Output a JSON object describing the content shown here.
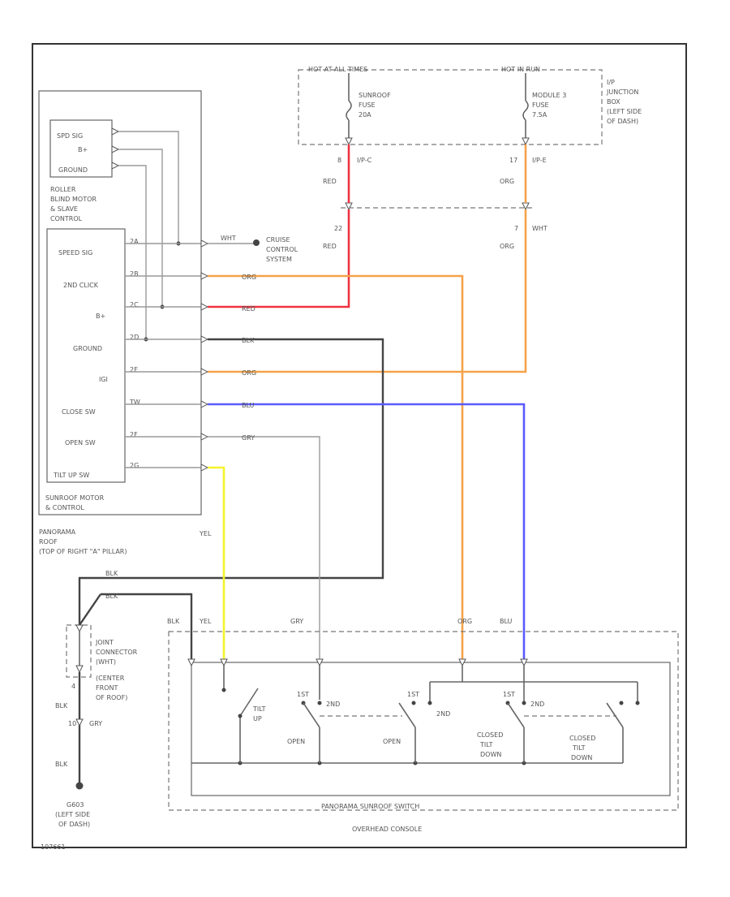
{
  "fuse_box": {
    "label_left": "HOT AT ALL TIMES",
    "label_right": "HOT IN RUN",
    "fuse1": [
      "SUNROOF",
      "FUSE",
      "20A"
    ],
    "fuse2": [
      "MODULE 3",
      "FUSE",
      "7.5A"
    ],
    "junction": [
      "I/P",
      "JUNCTION",
      "BOX",
      "(LEFT SIDE",
      "OF DASH)"
    ],
    "pin1": "8",
    "conn1": "I/P-C",
    "pin2": "17",
    "conn2": "I/P-E"
  },
  "splice": {
    "pin1": "22",
    "pin2": "7",
    "wire2": "WHT"
  },
  "roller": {
    "lines": [
      "SPD SIG",
      "B+",
      "GROUND"
    ],
    "title": [
      "ROLLER",
      "BLIND MOTOR",
      "& SLAVE",
      "CONTROL"
    ]
  },
  "motor": {
    "labels": [
      "SPEED SIG",
      "2ND CLICK",
      "B+",
      "GROUND",
      "IGI",
      "CLOSE SW",
      "OPEN SW",
      "TILT UP SW"
    ],
    "pins": [
      "2A",
      "2B",
      "2C",
      "2D",
      "2E",
      "TW",
      "2F",
      "2G"
    ],
    "title": [
      "SUNROOF MOTOR",
      "& CONTROL"
    ],
    "location": [
      "PANORAMA",
      "ROOF",
      "(TOP OF RIGHT \"A\" PILLAR)"
    ]
  },
  "cruise": {
    "conn": "WHT",
    "label": [
      "CRUISE",
      "CONTROL",
      "SYSTEM"
    ]
  },
  "wires": {
    "red": "RED",
    "org": "ORG",
    "blk": "BLK",
    "blu": "BLU",
    "gry": "GRY",
    "yel": "YEL"
  },
  "joint": {
    "label": [
      "JOINT",
      "CONNECTOR",
      "(WHT)",
      "(CENTER",
      "FRONT",
      "OF ROOF)"
    ],
    "pin": "4",
    "pin2": "10",
    "wire2": "GRY"
  },
  "ground": [
    "G603",
    "(LEFT SIDE",
    "OF DASH)"
  ],
  "switch": {
    "labels": [
      "TILT",
      "UP",
      "OPEN",
      "OPEN",
      "CLOSED",
      "TILT",
      "DOWN",
      "CLOSED",
      "TILT",
      "DOWN",
      "2ND",
      "2ND",
      "2ND",
      "1ST",
      "1ST",
      "1ST"
    ],
    "title": "PANORAMA SUNROOF SWITCH",
    "console": "OVERHEAD CONSOLE"
  },
  "figure_id": "107661"
}
